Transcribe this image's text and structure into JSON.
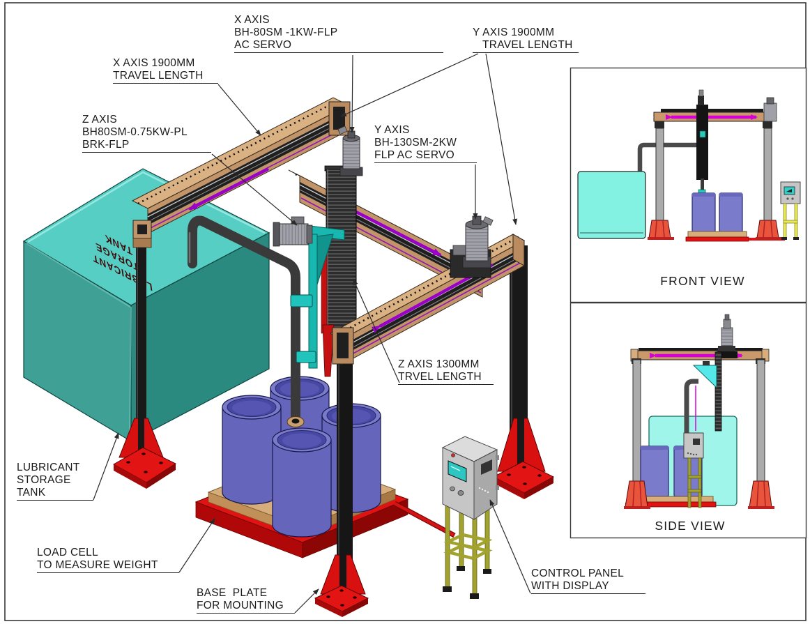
{
  "drawing_type": "CAD isometric drawing - 3-axis servo gantry drum filling machine",
  "labels": {
    "x_servo": {
      "lines": [
        "X AXIS",
        "BH-80SM -1KW-FLP",
        "AC SERVO"
      ]
    },
    "y_travel": {
      "lines": [
        "Y AXIS 1900MM",
        "TRAVEL LENGTH"
      ]
    },
    "x_travel": {
      "lines": [
        "X AXIS 1900MM",
        "TRAVEL LENGTH"
      ]
    },
    "z_servo": {
      "lines": [
        "Z AXIS",
        "BH80SM-0.75KW-PL",
        "BRK-FLP"
      ]
    },
    "y_servo": {
      "lines": [
        "Y AXIS",
        "BH-130SM-2KW",
        "FLP AC SERVO"
      ]
    },
    "z_travel": {
      "lines": [
        "Z AXIS 1300MM",
        "TRVEL LENGTH"
      ]
    },
    "tank": {
      "lines": [
        "LUBRICANT",
        "STORAGE",
        "TANK"
      ]
    },
    "load_cell": {
      "lines": [
        "LOAD CELL",
        "TO MEASURE WEIGHT"
      ]
    },
    "base_plate": {
      "lines": [
        "BASE  PLATE",
        "FOR MOUNTING"
      ]
    },
    "control_panel": {
      "lines": [
        "CONTROL PANEL",
        "WITH DISPLAY"
      ]
    }
  },
  "tank_text": {
    "lines": [
      "LUBRICANT",
      "STORAGE",
      "TANK"
    ]
  },
  "views": {
    "front": "FRONT VIEW",
    "side": "SIDE VIEW"
  },
  "colors": {
    "tank_teal_top": "#57CEC3",
    "tank_teal_left": "#3FA096",
    "tank_teal_right": "#2B8A7F",
    "beam_tan": "#C1946A",
    "beam_tan_light": "#D9B183",
    "axis_arrow_purple": "#9A00C8",
    "magenta_stripe": "#D400D4",
    "column_black": "#191919",
    "foot_red": "#D81010",
    "base_red": "#E21414",
    "drum_blue": "#6565BC",
    "drum_rim": "#7A7ACA",
    "drum_inner": "#4747A4",
    "pallet_tan": "#D7AD7C",
    "pipe_gray": "#3A3A3A",
    "machine_teal": "#18B8B0",
    "servo_gray": "#A0A0A8",
    "panel_gray": "#C6C6C6",
    "screen_cyan": "#2EC6C0",
    "stand_olive": "#A2A22E",
    "view_tank_cyan": "#84F2E2",
    "label_text": "#1A1A1A"
  }
}
